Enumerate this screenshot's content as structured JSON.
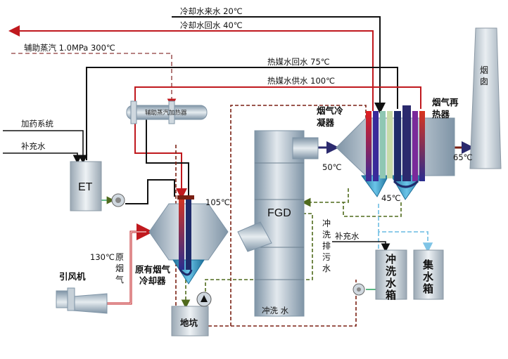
{
  "lines": {
    "cooling_in": "冷却水来水 20℃",
    "cooling_out": "冷却水回水 40℃",
    "aux_steam": "辅助蒸汽 1.0MPa 300℃",
    "hm_return": "热媒水回水 75℃",
    "hm_supply": "热媒水供水 100℃",
    "dosing": "加药系统",
    "makeup1": "补充水",
    "makeup2": "补充水",
    "flush_water": "冲洗 水"
  },
  "equipment": {
    "et": "ET",
    "fgd": "FGD",
    "aux_heater": "辅助蒸汽加热器",
    "condenser": [
      "烟气冷",
      "凝器"
    ],
    "reheater": [
      "烟气再",
      "热器"
    ],
    "chimney": [
      "烟",
      "囱"
    ],
    "orig_cooler": [
      "原有烟气",
      "冷却器"
    ],
    "fan": "引风机",
    "pit": "地坑",
    "flush_tank": [
      "冲",
      "洗",
      "水",
      "箱"
    ],
    "collect_tank": [
      "集",
      "水",
      "箱"
    ]
  },
  "temps": {
    "t130": "130℃",
    "t105": "105℃",
    "t50": "50℃",
    "t45": "45℃",
    "t65": "65℃"
  },
  "vertical_labels": {
    "raw_flue": [
      "原",
      "烟",
      "气"
    ],
    "drain": [
      "冲",
      "洗",
      "排",
      "污",
      "水"
    ]
  },
  "colors": {
    "black_line": "#111111",
    "red_line": "#c0191e",
    "brown_dash": "#7a1f12",
    "green_dash": "#4f6a1c",
    "light_blue_dash": "#7ec4e6",
    "flue_arrow": "#2b2a6e",
    "steel": "#8fa2b2",
    "steel_light": "#d5dde4",
    "tank_blue": "#2aa0c8"
  }
}
